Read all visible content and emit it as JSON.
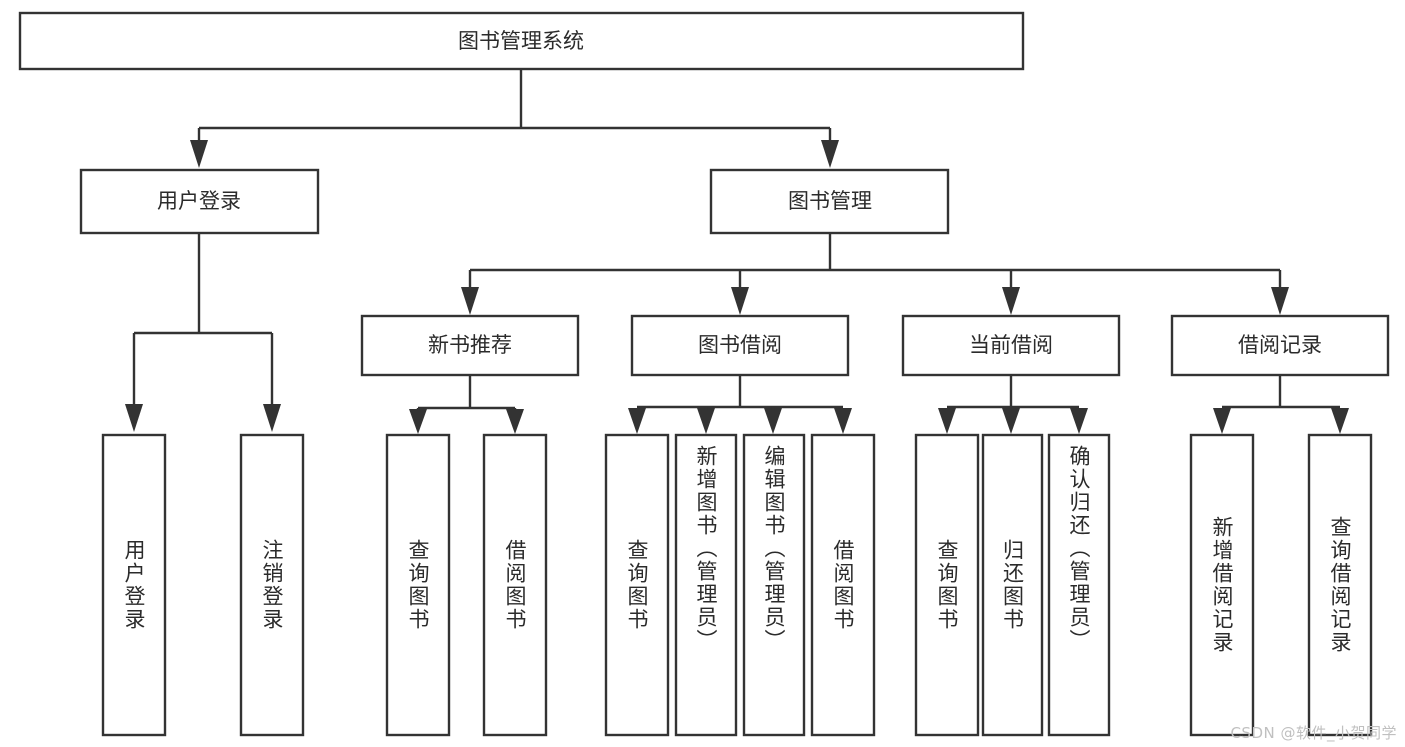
{
  "diagram": {
    "type": "hierarchy-tree",
    "title": "图书管理系统",
    "orientation": "top-down",
    "colors": {
      "box_stroke": "#333333",
      "box_fill": "#ffffff",
      "text": "#2b2b2b",
      "background": "#ffffff",
      "watermark": "#c0c0c0"
    },
    "levels": [
      {
        "level": 0,
        "nodes": [
          {
            "id": "root",
            "label": "图书管理系统",
            "orientation": "horizontal"
          }
        ]
      },
      {
        "level": 1,
        "nodes": [
          {
            "id": "login",
            "label": "用户登录",
            "orientation": "horizontal",
            "parent": "root"
          },
          {
            "id": "bookmgmt",
            "label": "图书管理",
            "orientation": "horizontal",
            "parent": "root"
          }
        ]
      },
      {
        "level": 2,
        "nodes": [
          {
            "id": "newbook",
            "label": "新书推荐",
            "orientation": "horizontal",
            "parent": "bookmgmt"
          },
          {
            "id": "borrow",
            "label": "图书借阅",
            "orientation": "horizontal",
            "parent": "bookmgmt"
          },
          {
            "id": "current",
            "label": "当前借阅",
            "orientation": "horizontal",
            "parent": "bookmgmt"
          },
          {
            "id": "records",
            "label": "借阅记录",
            "orientation": "horizontal",
            "parent": "bookmgmt"
          }
        ]
      },
      {
        "level": 3,
        "nodes": [
          {
            "id": "leaf-1",
            "label": "用户登录",
            "orientation": "vertical",
            "parent": "login"
          },
          {
            "id": "leaf-2",
            "label": "注销登录",
            "orientation": "vertical",
            "parent": "login"
          },
          {
            "id": "leaf-3",
            "label": "查询图书",
            "orientation": "vertical",
            "parent": "newbook"
          },
          {
            "id": "leaf-4",
            "label": "借阅图书",
            "orientation": "vertical",
            "parent": "newbook"
          },
          {
            "id": "leaf-5",
            "label": "查询图书",
            "orientation": "vertical",
            "parent": "borrow"
          },
          {
            "id": "leaf-6",
            "label": "新增图书（管理员）",
            "orientation": "vertical",
            "parent": "borrow"
          },
          {
            "id": "leaf-7",
            "label": "编辑图书（管理员）",
            "orientation": "vertical",
            "parent": "borrow"
          },
          {
            "id": "leaf-8",
            "label": "借阅图书",
            "orientation": "vertical",
            "parent": "borrow"
          },
          {
            "id": "leaf-9",
            "label": "查询图书",
            "orientation": "vertical",
            "parent": "current"
          },
          {
            "id": "leaf-10",
            "label": "归还图书",
            "orientation": "vertical",
            "parent": "current"
          },
          {
            "id": "leaf-11",
            "label": "确认归还（管理员）",
            "orientation": "vertical",
            "parent": "current"
          },
          {
            "id": "leaf-12",
            "label": "新增借阅记录",
            "orientation": "vertical",
            "parent": "records"
          },
          {
            "id": "leaf-13",
            "label": "查询借阅记录",
            "orientation": "vertical",
            "parent": "records"
          }
        ]
      }
    ]
  },
  "watermark": {
    "text": "CSDN @软件_小贺同学"
  }
}
